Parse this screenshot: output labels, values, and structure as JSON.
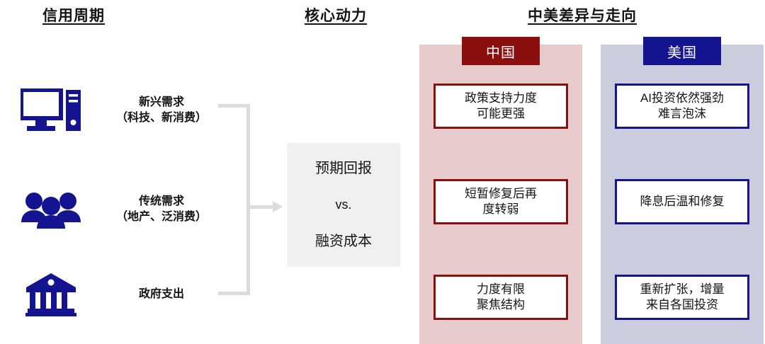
{
  "headings": {
    "credit_cycle": "信用周期",
    "core_driver": "核心动力",
    "china_us_compare": "中美差异与走向"
  },
  "drivers": [
    {
      "icon": "desktop-computer-icon",
      "title": "新兴需求",
      "subtitle": "（科技、新消费）"
    },
    {
      "icon": "people-group-icon",
      "title": "传统需求",
      "subtitle": "（地产、泛消费）"
    },
    {
      "icon": "government-bank-icon",
      "title": "政府支出",
      "subtitle": ""
    }
  ],
  "core_box": {
    "line1": "预期回报",
    "vs": "vs.",
    "line2": "融资成本"
  },
  "panels": [
    {
      "key": "china",
      "badge": "中国",
      "panel_color": "#e8cccd",
      "accent_color": "#8b0f0f",
      "facts": [
        {
          "line1": "政策支持力度",
          "line2": "可能更强"
        },
        {
          "line1": "短暂修复后再",
          "line2": "度转弱"
        },
        {
          "line1": "力度有限",
          "line2": "聚焦结构"
        }
      ]
    },
    {
      "key": "us",
      "badge": "美国",
      "panel_color": "#ccccdf",
      "accent_color": "#141491",
      "facts": [
        {
          "line1": "AI投资依然强劲",
          "line2": "难言泡沫"
        },
        {
          "line1": "降息后温和修复",
          "line2": ""
        },
        {
          "line1": "重新扩张，增量",
          "line2": "来自各国投资"
        }
      ]
    }
  ],
  "colors": {
    "icon_navy": "#141491",
    "connector_gray": "#dcdcdc",
    "core_box_gray": "#f0f0f0",
    "text_dark": "#141414"
  }
}
